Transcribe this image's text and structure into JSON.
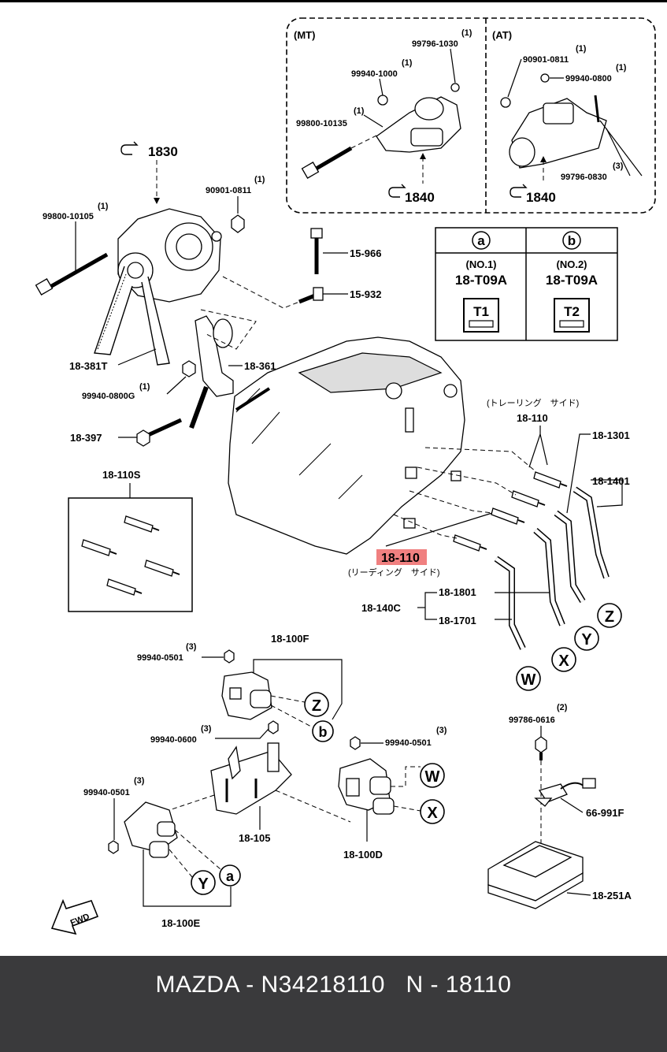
{
  "diagram": {
    "mt_box": {
      "title": "(MT)",
      "labels": {
        "p99796_1030": "99796-1030",
        "q99796_1030": "(1)",
        "p99940_1000": "99940-1000",
        "q99940_1000": "(1)",
        "q99800_10135": "(1)",
        "p99800_10135": "99800-10135",
        "ref": "1840"
      }
    },
    "at_box": {
      "title": "(AT)",
      "labels": {
        "p90901_0811": "90901-0811",
        "q90901_0811": "(1)",
        "p99940_0800": "99940-0800",
        "q99940_0800": "(1)",
        "q99796_0830": "(3)",
        "p99796_0830": "99796-0830",
        "ref": "1840"
      }
    },
    "ref_1830": "1830",
    "table": {
      "col_a": {
        "symbol": "a",
        "no": "(NO.1)",
        "part": "18-T09A",
        "tag": "T1"
      },
      "col_b": {
        "symbol": "b",
        "no": "(NO.2)",
        "part": "18-T09A",
        "tag": "T2"
      }
    },
    "labels": {
      "q99800_10105": "(1)",
      "p99800_10105": "99800-10105",
      "q90901_0811b": "(1)",
      "p90901_0811b": "90901-0811",
      "p15_966": "15-966",
      "p15_932": "15-932",
      "p18_381T": "18-381T",
      "p18_361": "18-361",
      "q99940_0800G": "(1)",
      "p99940_0800G": "99940-0800G",
      "p18_397": "18-397",
      "p18_110S": "18-110S",
      "jp_trailing": "(トレーリング　サイド)",
      "p18_110_top": "18-110",
      "p18_1301": "18-1301",
      "p18_1401": "18-1401",
      "p18_110_hl": "18-110",
      "jp_leading": "(リーディング　サイド)",
      "p18_140C": "18-140C",
      "p18_1801": "18-1801",
      "p18_1701": "18-1701",
      "q99940_0501a": "(3)",
      "p99940_0501a": "99940-0501",
      "p18_100F": "18-100F",
      "q99940_0600": "(3)",
      "p99940_0600": "99940-0600",
      "q99940_0501b": "(3)",
      "p99940_0501b": "99940-0501",
      "q99940_0501c": "(3)",
      "p99940_0501c": "99940-0501",
      "p18_105": "18-105",
      "p18_100D": "18-100D",
      "p18_100E": "18-100E",
      "q99786_0616": "(2)",
      "p99786_0616": "99786-0616",
      "p66_991F": "66-991F",
      "p18_251A": "18-251A",
      "fwd": "FWD"
    },
    "circles": {
      "Z1": "Z",
      "Y1": "Y",
      "X1": "X",
      "W1": "W",
      "Z2": "Z",
      "b2": "b",
      "W2": "W",
      "X2": "X",
      "Y2": "Y",
      "a2": "a"
    },
    "highlight_color": "#f08080"
  },
  "footer": {
    "text": "MAZDA - N34218110   N - 18110",
    "background": "#3a3a3c",
    "color": "#ffffff"
  }
}
